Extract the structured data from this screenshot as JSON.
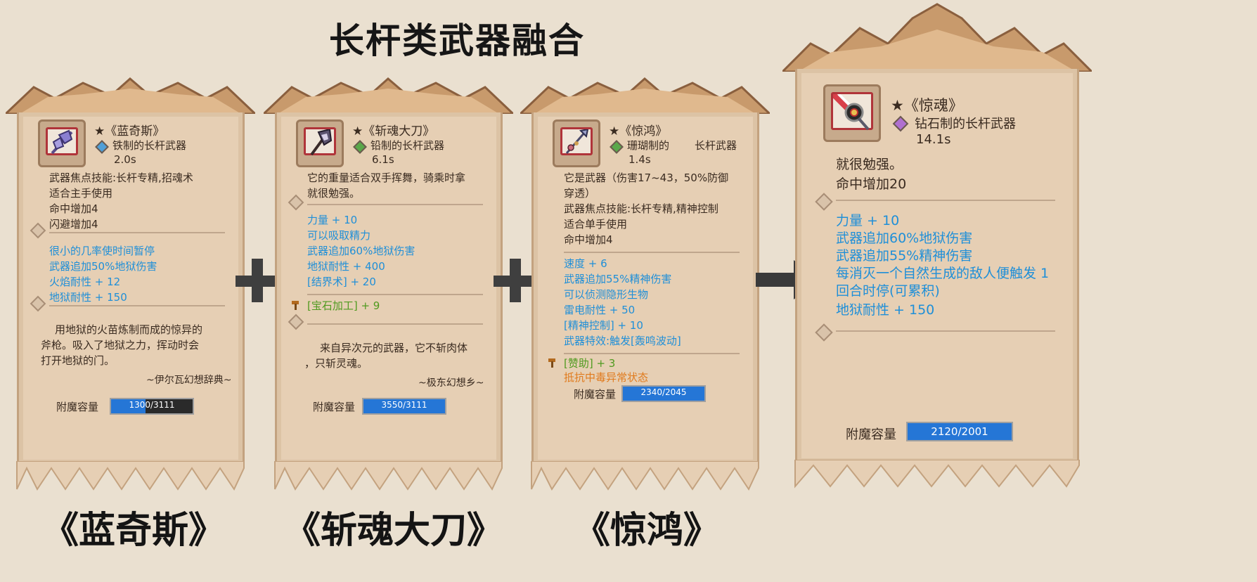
{
  "title": "长杆类武器融合",
  "cards": [
    {
      "name": "★《蓝奇斯》",
      "material": "铁制的长杆武器",
      "time": "2.0s",
      "desc": [
        "武器焦点技能:长杆专精,招魂术",
        "适合主手使用",
        "命中增加4",
        "闪避增加4"
      ],
      "stats": [
        "很小的几率使时间暂停",
        "武器追加50%地狱伤害",
        "火焰耐性 + 12",
        "地狱耐性 + 150"
      ],
      "flavor": [
        "用地狱的火苗炼制而成的惊异的",
        "斧枪。吸入了地狱之力，挥动时会",
        "打开地狱的门。"
      ],
      "source": "~伊尔瓦幻想辞典~",
      "capacity_label": "附魔容量",
      "capacity_text": "1300/3111",
      "capacity_fill": 0.42,
      "gem_color": "#4f9fd8"
    },
    {
      "name": "★《斩魂大刀》",
      "material": "铅制的长杆武器",
      "time": "6.1s",
      "desc": [
        "它的重量适合双手挥舞，骑乘时拿",
        "就很勉强。"
      ],
      "stats": [
        "力量 + 10",
        "可以吸取精力",
        "武器追加60%地狱伤害",
        "地狱耐性 + 400",
        "[结界术] + 20"
      ],
      "enchant": "[宝石加工] + 9",
      "flavor": [
        "来自异次元的武器，它不斩肉体",
        "，只斩灵魂。"
      ],
      "source": "~极东幻想乡~",
      "capacity_label": "附魔容量",
      "capacity_text": "3550/3111",
      "capacity_fill": 1.0,
      "gem_color": "#5aa84a"
    },
    {
      "name": "★《惊鸿》",
      "material": "珊瑚制的",
      "material2": "长杆武器",
      "time": "1.4s",
      "desc": [
        "它是武器（伤害17~43，50%防御",
        "穿透）",
        "武器焦点技能:长杆专精,精神控制",
        "适合单手使用",
        "命中增加4"
      ],
      "stats": [
        "速度 + 6",
        "武器追加55%精神伤害",
        "可以侦测隐形生物",
        "雷电耐性 + 50",
        "[精神控制] + 10",
        "武器特效:触发[轰鸣波动]"
      ],
      "enchant": "[赞助] + 3",
      "resist": "抵抗中毒异常状态",
      "capacity_label": "附魔容量",
      "capacity_text": "2340/2045",
      "capacity_fill": 1.0,
      "gem_color": "#5aa84a"
    },
    {
      "name": "★《惊魂》",
      "material": "钻石制的长杆武器",
      "time": "14.1s",
      "desc": [
        "就很勉强。",
        "命中增加20"
      ],
      "stats": [
        "力量 + 10",
        "武器追加60%地狱伤害",
        "武器追加55%精神伤害",
        "每消灭一个自然生成的敌人便触发 1",
        "回合时停(可累积)",
        "地狱耐性 + 150"
      ],
      "capacity_label": "附魔容量",
      "capacity_text": "2120/2001",
      "capacity_fill": 1.0,
      "gem_color": "#b070d0"
    }
  ],
  "captions": [
    "《蓝奇斯》",
    "《斩魂大刀》",
    "《惊鸿》"
  ]
}
